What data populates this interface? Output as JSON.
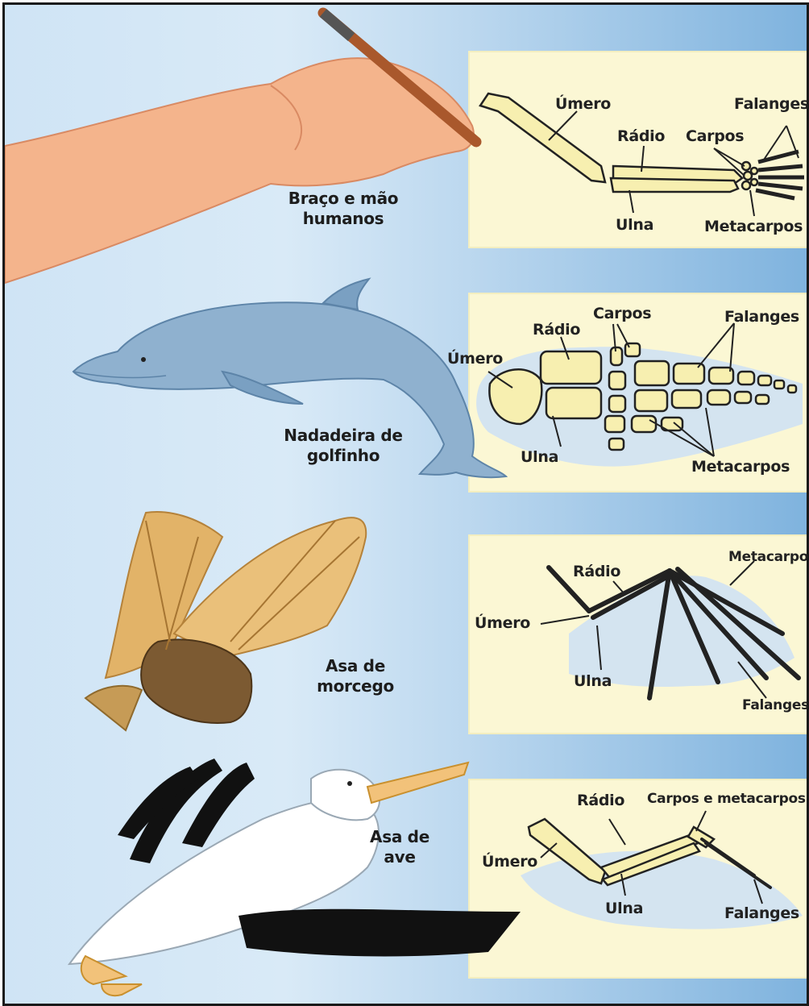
{
  "rows": [
    {
      "caption": [
        "Braço e mão",
        "humanos"
      ],
      "labels": {
        "umero": "Úmero",
        "radio": "Rádio",
        "carpos": "Carpos",
        "falanges": "Falanges",
        "ulna": "Ulna",
        "metacarpos": "Metacarpos"
      }
    },
    {
      "caption": [
        "Nadadeira de",
        "golfinho"
      ],
      "labels": {
        "umero": "Úmero",
        "radio": "Rádio",
        "carpos": "Carpos",
        "falanges": "Falanges",
        "ulna": "Ulna",
        "metacarpos": "Metacarpos"
      }
    },
    {
      "caption": [
        "Asa de",
        "morcego"
      ],
      "labels": {
        "umero": "Úmero",
        "radio": "Rádio",
        "metacarpos": "Metacarpos",
        "ulna": "Ulna",
        "falanges": "Falanges"
      }
    },
    {
      "caption": [
        "Asa de",
        "ave"
      ],
      "labels": {
        "umero": "Úmero",
        "radio": "Rádio",
        "carpos_metacarpos": "Carpos e metacarpos",
        "ulna": "Ulna",
        "falanges": "Falanges"
      }
    }
  ],
  "colors": {
    "panel": "#fbf7d4",
    "bone_fill": "#f7efb0",
    "bone_stroke": "#222222",
    "skin": "#f4b48c",
    "dolphin": "#8fb1cf",
    "bat": "#e2b368",
    "bird_black": "#111111"
  }
}
